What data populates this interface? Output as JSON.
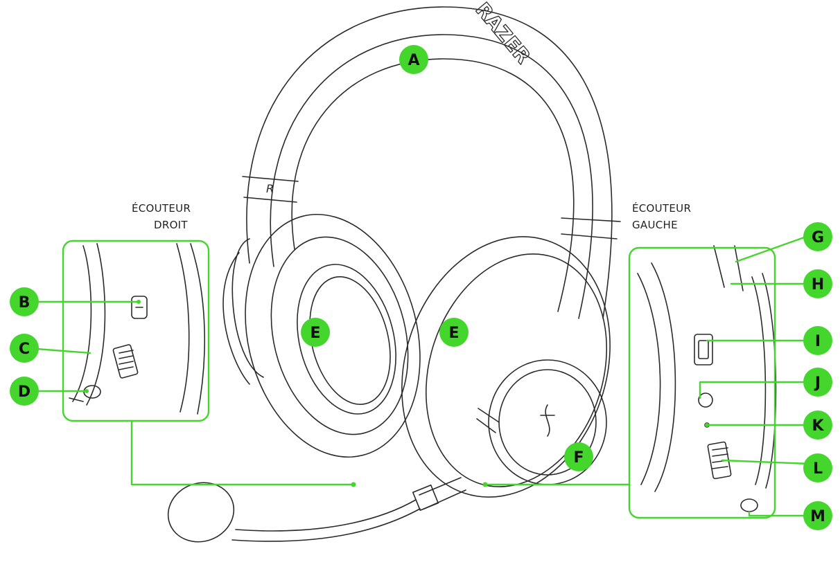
{
  "labels": {
    "right_cup": [
      "ÉCOUTEUR",
      "DROIT"
    ],
    "left_cup": [
      "ÉCOUTEUR",
      "GAUCHE"
    ]
  },
  "callouts": [
    "A",
    "B",
    "C",
    "D",
    "E",
    "E",
    "F",
    "G",
    "H",
    "I",
    "J",
    "K",
    "L",
    "M"
  ],
  "colors": {
    "accent": "#44d62c",
    "line": "#2a2a2a",
    "text": "#111111"
  }
}
